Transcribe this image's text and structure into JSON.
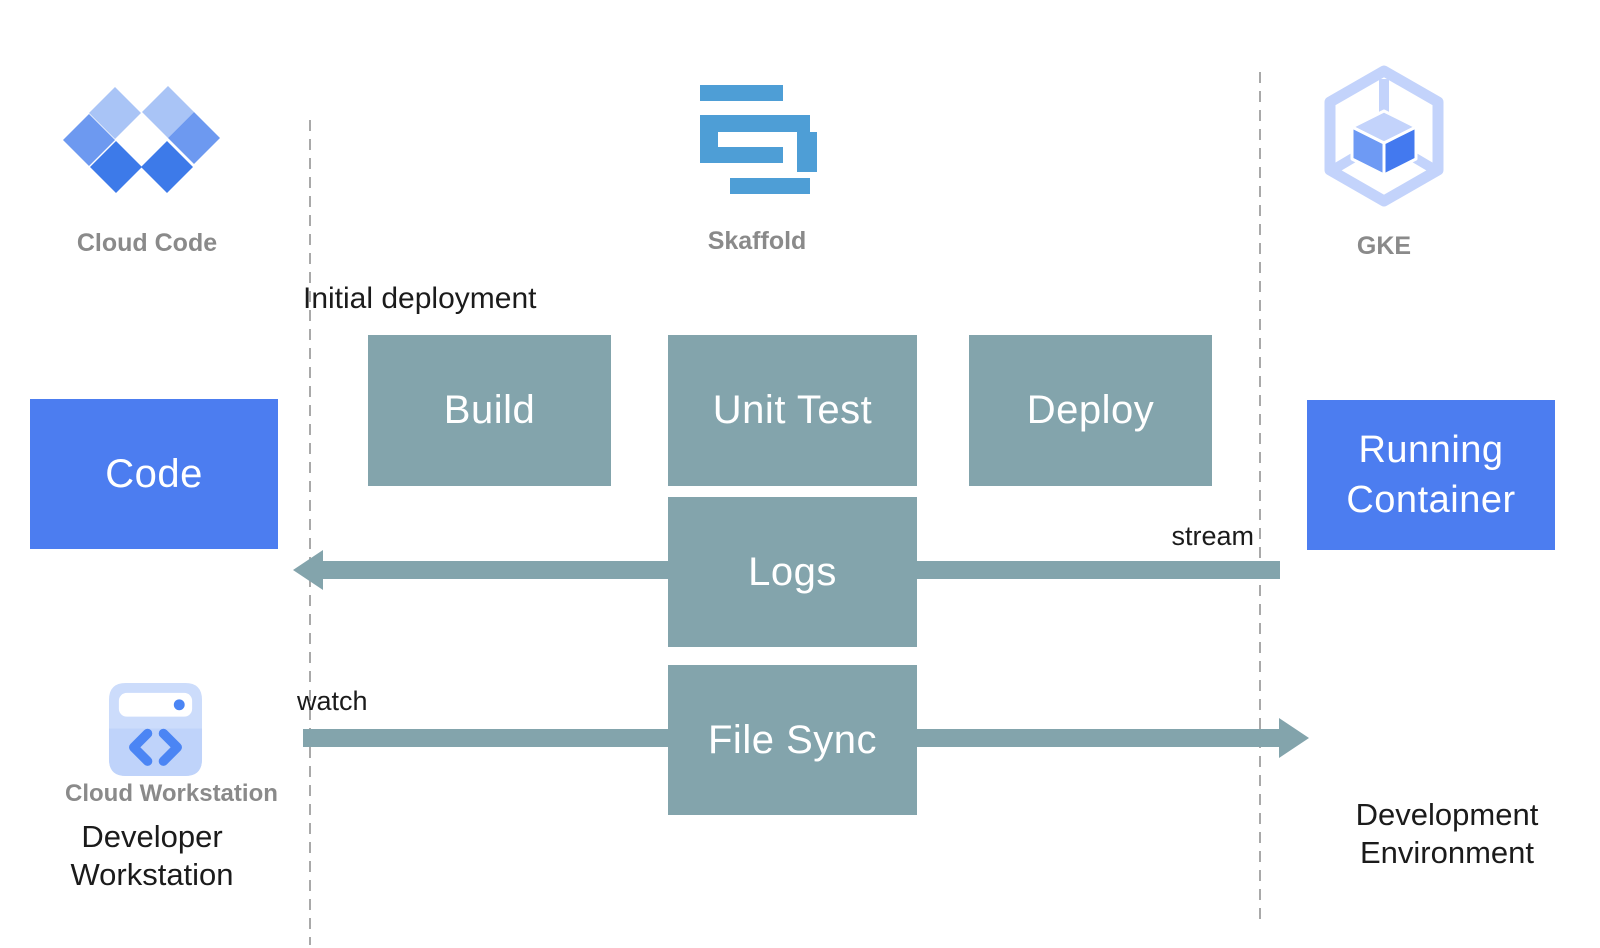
{
  "logos": {
    "cloud_code": {
      "caption": "Cloud Code"
    },
    "skaffold": {
      "caption": "Skaffold"
    },
    "gke": {
      "caption": "GKE"
    }
  },
  "annotations": {
    "initial_deployment": "Initial deployment",
    "stream": "stream",
    "watch": "watch"
  },
  "pipeline_boxes": {
    "build": "Build",
    "unit_test": "Unit Test",
    "deploy": "Deploy",
    "logs": "Logs",
    "file_sync": "File Sync"
  },
  "endpoint_boxes": {
    "code": "Code",
    "running_container": {
      "line1": "Running",
      "line2": "Container"
    }
  },
  "footers": {
    "cloud_workstation_caption": "Cloud Workstation",
    "developer_workstation": {
      "line1": "Developer",
      "line2": "Workstation"
    },
    "development_environment": {
      "line1": "Development",
      "line2": "Environment"
    }
  },
  "colors": {
    "pipeline_teal": "#83A4AC",
    "endpoint_blue": "#4C7DF0",
    "skaffold_blue": "#4E9ED6",
    "caption_gray": "#8A8A8A",
    "text_black": "#1B1B1B",
    "dashed_line_gray": "#A9A9A9",
    "cloud_code_light": "#A9C4F6",
    "cloud_code_medium": "#6D99F0",
    "cloud_code_dark": "#3D7AE9",
    "gke_light": "#C3D3FB",
    "gke_cube_left": "#6E9AF4",
    "gke_cube_right": "#4379EF",
    "workstation_blue": "#4B85F4",
    "workstation_bg": "#CCDCFB",
    "workstation_bg_lower": "#BFD3FA"
  }
}
